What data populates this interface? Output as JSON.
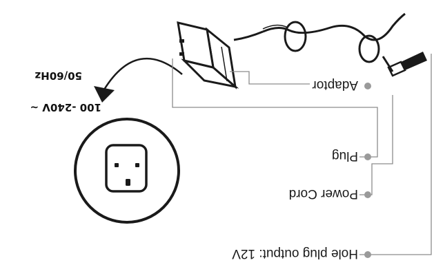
{
  "labels": {
    "adaptor": "Adaptor",
    "plug": "Plug",
    "power_cord": "Power Cord",
    "hole_plug_output": "Hole plug output: 12V"
  },
  "power_spec": {
    "voltage": "100 -240V ~",
    "frequency": "50/60Hz"
  },
  "colors": {
    "line": "#1a1a1a",
    "leader": "#8c8c8c",
    "dot": "#9a9a9a"
  }
}
